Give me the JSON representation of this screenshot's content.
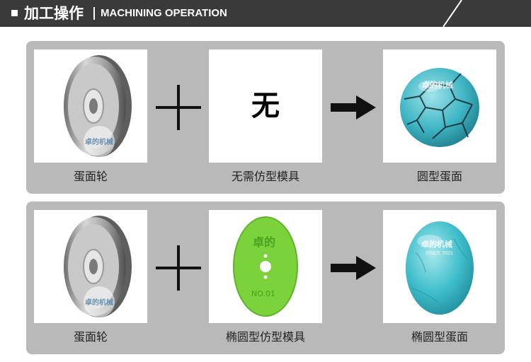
{
  "header": {
    "title": "加工操作",
    "subtitle": "MACHINING OPERATION"
  },
  "watermark": {
    "brand": "卓的机械",
    "since": "SINCE 2021"
  },
  "rows": [
    {
      "tool_label": "蛋面轮",
      "mold_text": "无",
      "mold_label": "无需仿型模具",
      "result_label": "圆型蛋面"
    },
    {
      "tool_label": "蛋面轮",
      "mold_brand": "卓的",
      "mold_number": "NO.01",
      "mold_label": "椭圆型仿型模具",
      "result_label": "椭圆型蛋面"
    }
  ],
  "colors": {
    "header_bg": "#3a3a3a",
    "panel_bg": "#b9b9b9",
    "mold_green": "#7bd23a",
    "stone_turquoise": "#3fb6c4"
  },
  "icons": [
    "plus-icon",
    "arrow-right-icon"
  ]
}
